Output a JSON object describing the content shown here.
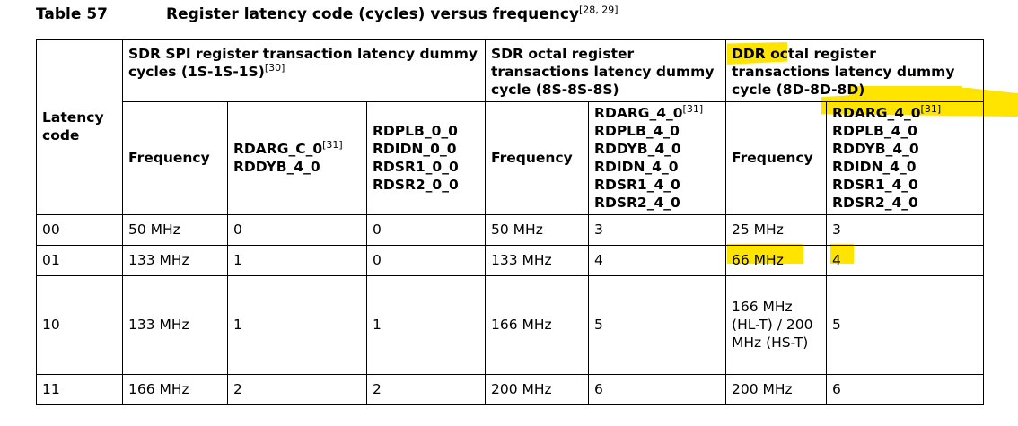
{
  "caption": {
    "label": "Table 57",
    "title": "Register latency code (cycles) versus frequency",
    "footnote": "[28, 29]"
  },
  "table": {
    "header": {
      "latency_code": "Latency\ncode",
      "groups": [
        {
          "name": "sdr-spi",
          "text": "SDR SPI register transaction latency dummy cycles (1S-1S-1S)",
          "footnote": "[30]",
          "highlighted": false
        },
        {
          "name": "sdr-octal",
          "text": "SDR octal register transactions latency dummy cycle (8S-8S-8S)",
          "footnote": "",
          "highlighted": false
        },
        {
          "name": "ddr-octal",
          "text": "DDR octal register transactions latency dummy cycle (8D-8D-8D)",
          "footnote": "",
          "highlighted": true
        }
      ],
      "subheaders": {
        "frequency": "Frequency",
        "sdr_spi_col1": "RDARG_C_0",
        "sdr_spi_col1_footnote": "[31]",
        "sdr_spi_col1_line2": "RDDYB_4_0",
        "sdr_spi_col2": "RDPLB_0_0\nRDIDN_0_0\nRDSR1_0_0\nRDSR2_0_0",
        "octal_signals_first": "RDARG_4_0",
        "octal_signals_first_footnote": "[31]",
        "octal_signals_rest": "RDPLB_4_0\nRDDYB_4_0\nRDIDN_4_0\nRDSR1_4_0\nRDSR2_4_0"
      }
    },
    "rows": [
      {
        "latency_code": "00",
        "sdr_spi_freq": "50 MHz",
        "sdr_spi_a": "0",
        "sdr_spi_b": "0",
        "sdr_octal_freq": "50 MHz",
        "sdr_octal_cycles": "3",
        "ddr_octal_freq": "25 MHz",
        "ddr_octal_cycles": "3",
        "highlight": [
          "ddr_octal_freq",
          "ddr_octal_cycles"
        ]
      },
      {
        "latency_code": "01",
        "sdr_spi_freq": "133 MHz",
        "sdr_spi_a": "1",
        "sdr_spi_b": "0",
        "sdr_octal_freq": "133 MHz",
        "sdr_octal_cycles": "4",
        "ddr_octal_freq": "66 MHz",
        "ddr_octal_cycles": "4",
        "highlight": []
      },
      {
        "latency_code": "10",
        "sdr_spi_freq": "133 MHz",
        "sdr_spi_a": "1",
        "sdr_spi_b": "1",
        "sdr_octal_freq": "166 MHz",
        "sdr_octal_cycles": "5",
        "ddr_octal_freq": "166 MHz (HL-T) / 200 MHz (HS-T)",
        "ddr_octal_cycles": "5",
        "highlight": []
      },
      {
        "latency_code": "11",
        "sdr_spi_freq": "166 MHz",
        "sdr_spi_a": "2",
        "sdr_spi_b": "2",
        "sdr_octal_freq": "200 MHz",
        "sdr_octal_cycles": "6",
        "ddr_octal_freq": "200 MHz",
        "ddr_octal_cycles": "6",
        "highlight": []
      }
    ]
  },
  "colors": {
    "highlight": "#FFE400",
    "text": "#000000",
    "border": "#000000",
    "background": "#FFFFFF"
  }
}
